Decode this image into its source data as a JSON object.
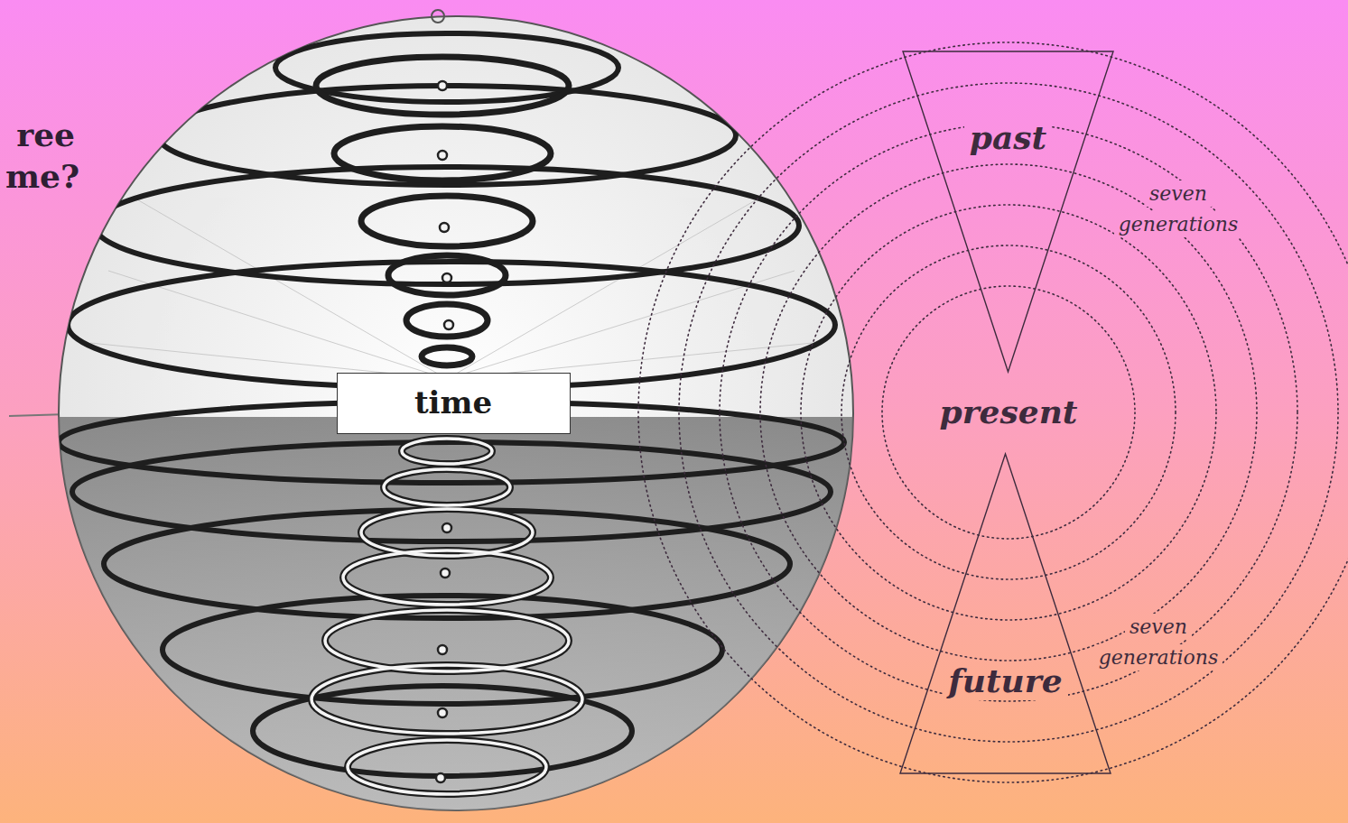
{
  "diagram": {
    "nodes": [
      {
        "text": [
          "time"
        ]
      },
      {
        "text": [
          "past"
        ]
      },
      {
        "text": [
          "present"
        ]
      },
      {
        "text": [
          "future"
        ]
      }
    ],
    "labels": [
      "ree",
      "me?",
      "seven generations",
      "seven generations"
    ]
  }
}
